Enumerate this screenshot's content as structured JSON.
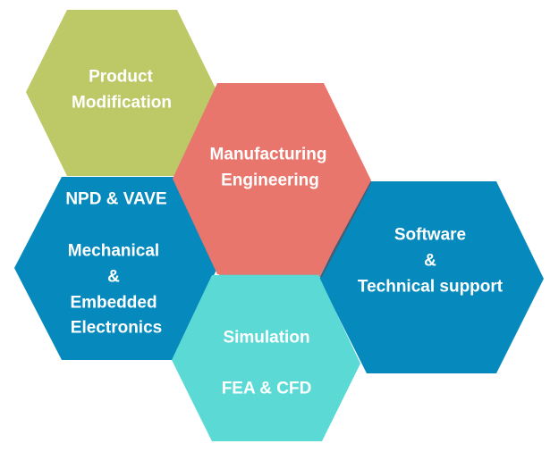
{
  "hexagons": {
    "product": {
      "lines": [
        "Product",
        "Modification"
      ],
      "color": "#bdc967"
    },
    "manufacturing": {
      "lines": [
        "Manufacturing",
        "Engineering"
      ],
      "color": "#e9766c"
    },
    "npd": {
      "lines": [
        "NPD & VAVE",
        "Mechanical",
        "&",
        "Embedded",
        "Electronics"
      ],
      "color": "#068abd"
    },
    "simulation": {
      "lines": [
        "Simulation",
        "FEA & CFD"
      ],
      "color": "#5bdad5"
    },
    "software": {
      "lines": [
        "Software",
        "&",
        "Technical support"
      ],
      "color": "#068abd"
    }
  }
}
